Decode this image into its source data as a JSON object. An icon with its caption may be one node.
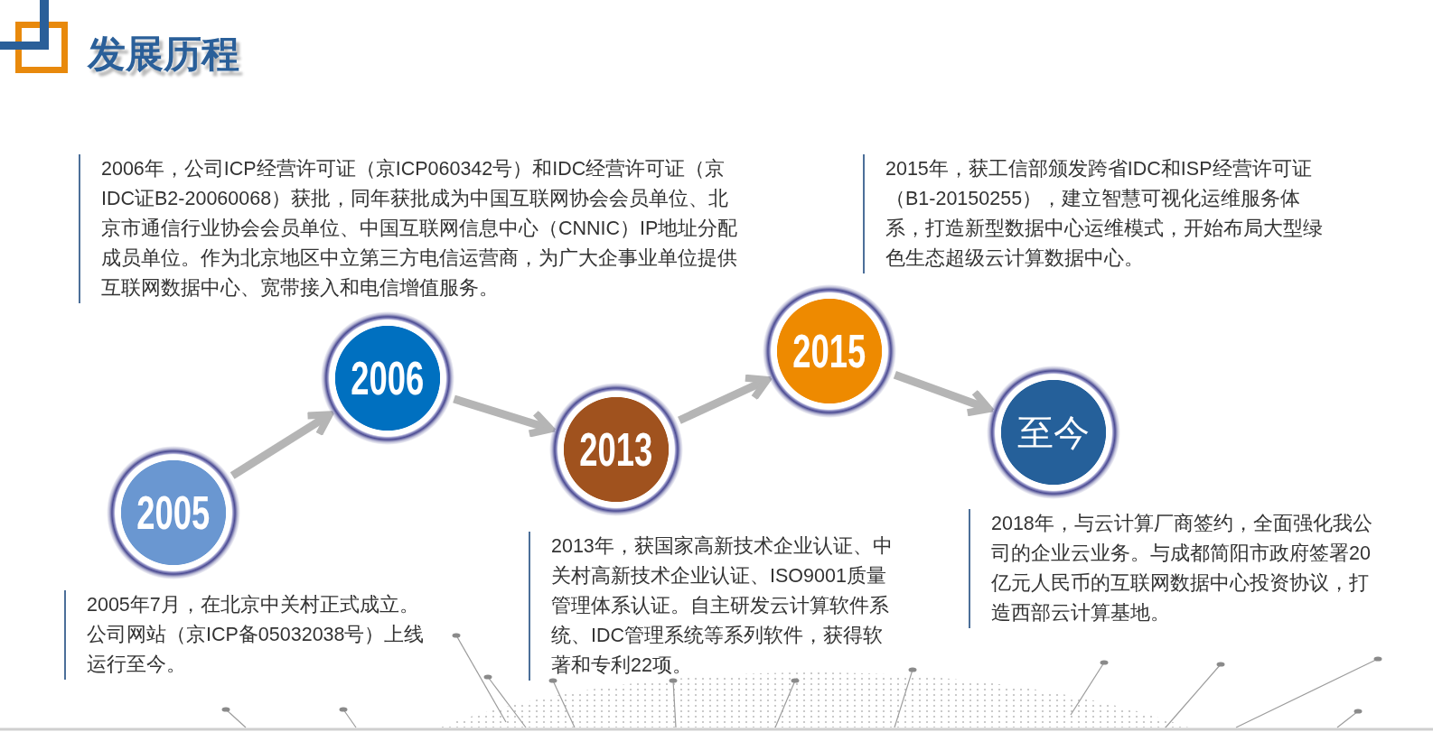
{
  "diagram": {
    "title": "发展历程",
    "nodes": [
      {
        "text": [
          "2005"
        ],
        "beside": [
          "2005年7月，在北京中关村正式成立。公司网站（京ICP备05032038号）上线运行至今。"
        ]
      },
      {
        "text": [
          "2006"
        ],
        "beside": [
          "2006年，公司ICP经营许可证（京ICP060342号）和IDC经营许可证（京IDC证B2-20060068）获批，同年获批成为中国互联网协会会员单位、北京市通信行业协会会员单位、中国互联网信息中心（CNNIC）IP地址分配成员单位。作为北京地区中立第三方电信运营商，为广大企事业单位提供互联网数据中心、宽带接入和电信增值服务。"
        ]
      },
      {
        "text": [
          "2013"
        ],
        "beside": [
          "2013年，获国家高新技术企业认证、中关村高新技术企业认证、ISO9001质量管理体系认证。自主研发云计算软件系统、IDC管理系统等系列软件，获得软著和专利22项。"
        ]
      },
      {
        "text": [
          "2015"
        ],
        "beside": [
          "2015年，获工信部颁发跨省IDC和ISP经营许可证（B1-20150255），建立智慧可视化运维服务体系，打造新型数据中心运维模式，开始布局大型绿色生态超级云计算数据中心。"
        ]
      },
      {
        "text": [
          "至今"
        ],
        "beside": [
          "2018年，与云计算厂商签约，全面强化我公司的企业云业务。与成都简阳市政府签署20亿元人民币的互联网数据中心投资协议，打造西部云计算基地。"
        ]
      }
    ],
    "edges": [
      {
        "from": 0,
        "to": 1,
        "arrow": "to"
      },
      {
        "from": 1,
        "to": 2,
        "arrow": "to"
      },
      {
        "from": 2,
        "to": 3,
        "arrow": "to"
      },
      {
        "from": 3,
        "to": 4,
        "arrow": "to"
      }
    ]
  }
}
